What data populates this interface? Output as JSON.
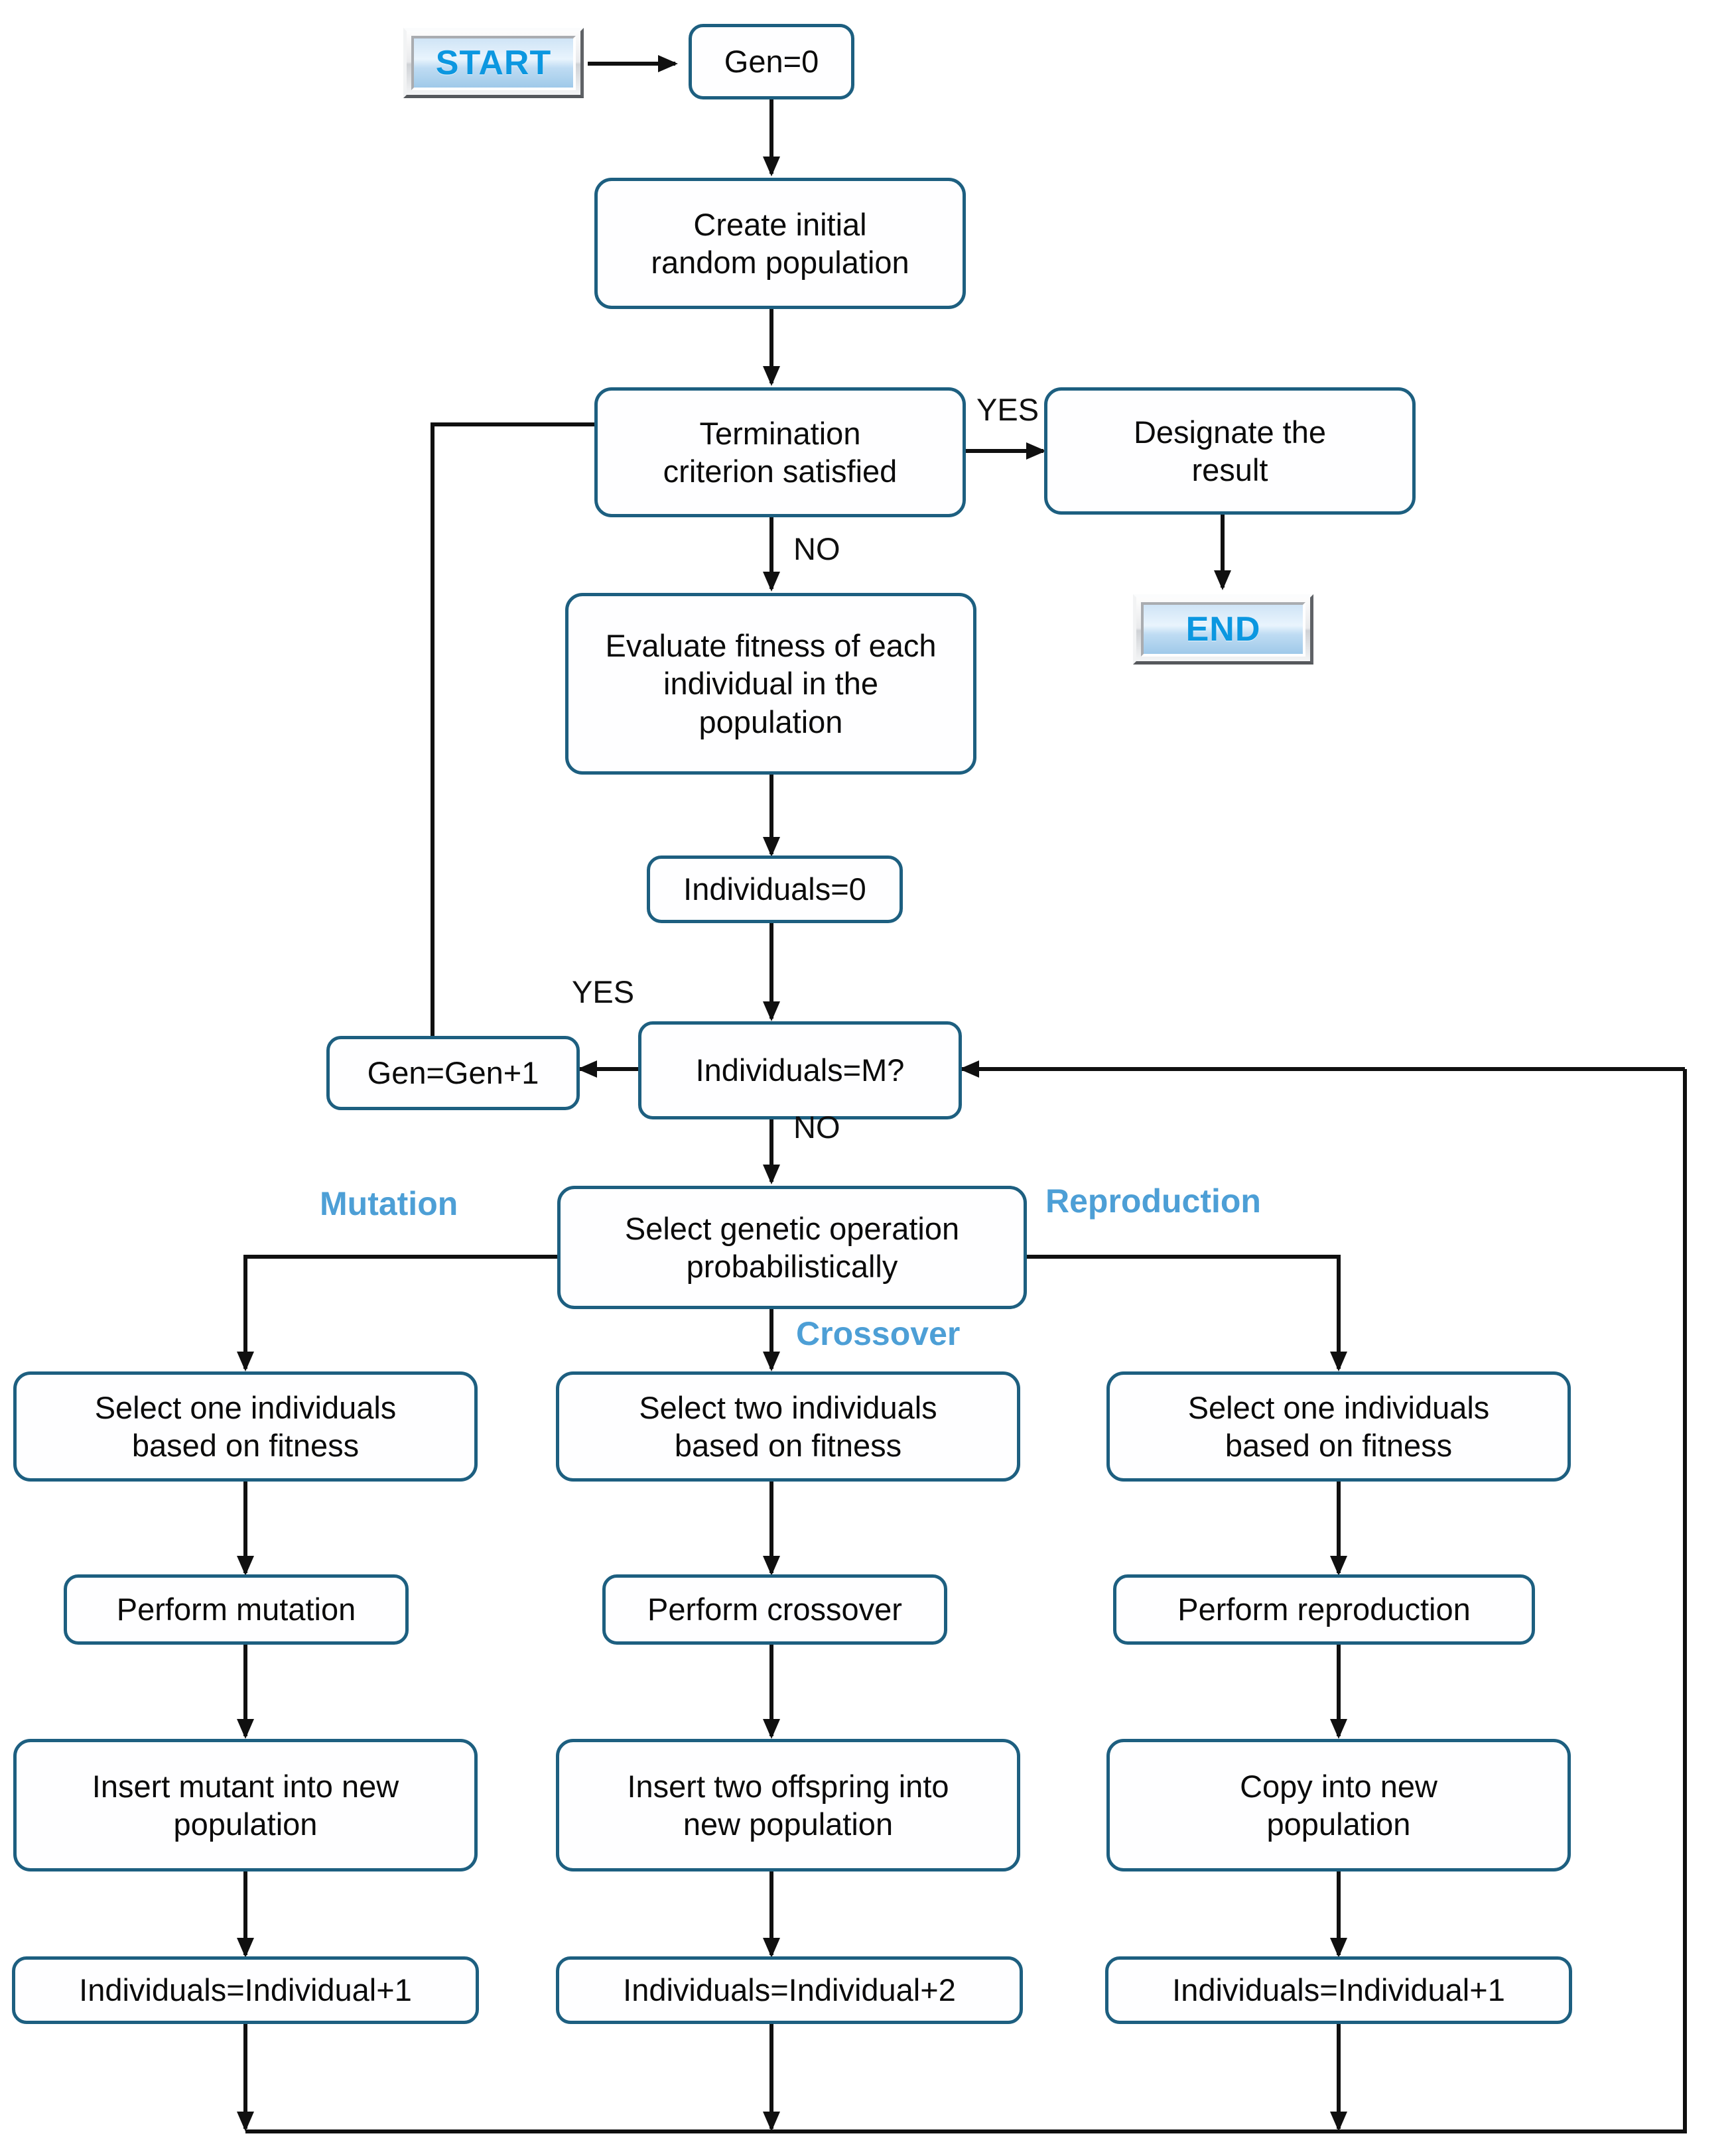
{
  "diagram": {
    "title": "Genetic Programming Flowchart",
    "colors": {
      "node_border": "#1d5f80",
      "node_fill": "#fefeff",
      "text": "#0b0b0b",
      "operation_label": "#4d9fd6",
      "terminator_text": "#0c97e0",
      "wire": "#101010"
    }
  },
  "terminators": {
    "start": "START",
    "end": "END"
  },
  "nodes": {
    "gen_zero": "Gen=0",
    "create_population": "Create initial\nrandom population",
    "termination": "Termination\ncriterion satisfied",
    "designate_result": "Designate the\nresult",
    "evaluate_fitness": "Evaluate fitness of each\nindividual in the\npopulation",
    "individuals_zero": "Individuals=0",
    "individuals_is_m": "Individuals=M?",
    "gen_increment": "Gen=Gen+1",
    "select_operation": "Select genetic operation\nprobabilistically",
    "mutation_select": "Select one individuals\nbased on fitness",
    "mutation_perform": "Perform mutation",
    "mutation_insert": "Insert mutant into new\npopulation",
    "mutation_count": "Individuals=Individual+1",
    "crossover_select": "Select two individuals\nbased on fitness",
    "crossover_perform": "Perform crossover",
    "crossover_insert": "Insert two offspring into\nnew population",
    "crossover_count": "Individuals=Individual+2",
    "reproduction_select": "Select one individuals\nbased on fitness",
    "reproduction_perform": "Perform reproduction",
    "reproduction_copy": "Copy into new\npopulation",
    "reproduction_count": "Individuals=Individual+1"
  },
  "edge_labels": {
    "termination_yes": "YES",
    "termination_no": "NO",
    "individuals_yes": "YES",
    "individuals_no": "NO"
  },
  "operation_labels": {
    "mutation": "Mutation",
    "crossover": "Crossover",
    "reproduction": "Reproduction"
  }
}
